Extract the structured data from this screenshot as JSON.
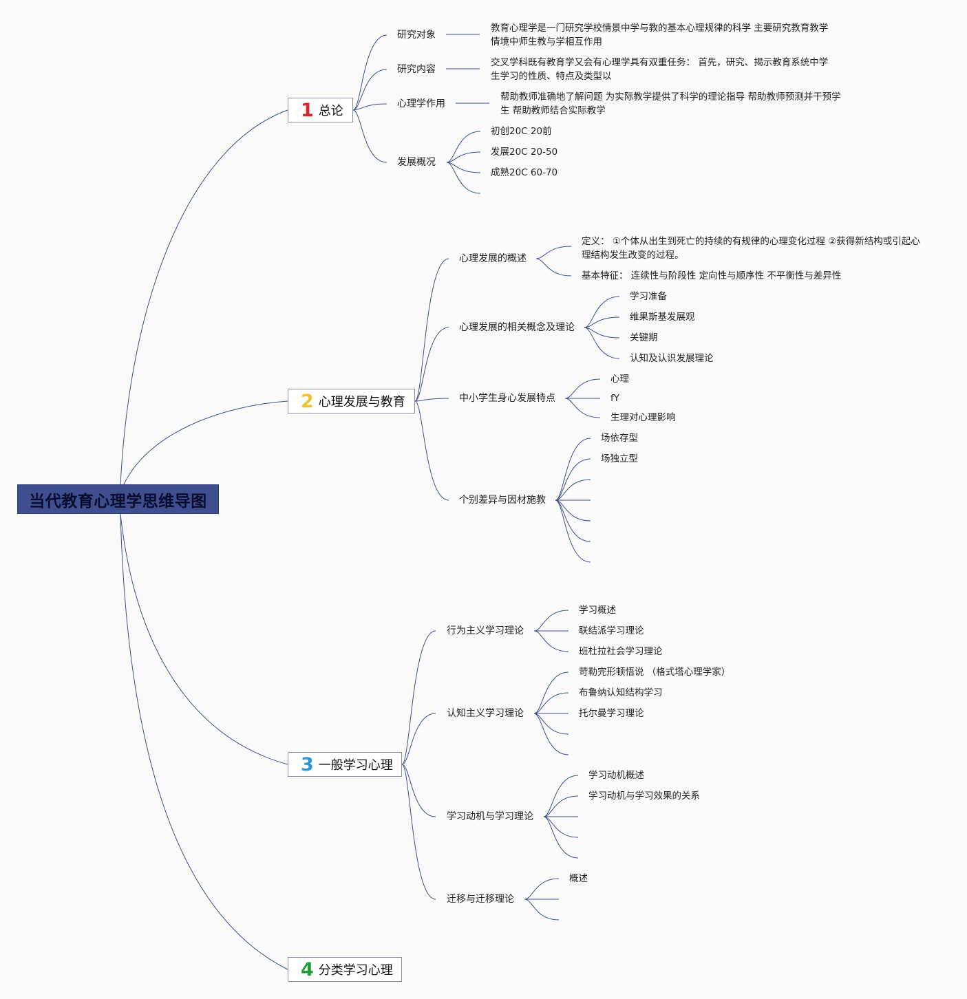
{
  "root": {
    "title": "当代教育心理学思维导图"
  },
  "branches": [
    {
      "num": "1",
      "num_color": "#d9262d",
      "title": "总论",
      "subs": [
        {
          "label": "研究对象",
          "text": "教育心理学是一门研究学校情景中学与教的基本心理规律的科学 主要研究教育教学情境中师生教与学相互作用"
        },
        {
          "label": "研究内容",
          "text": "交叉学科既有教育学又会有心理学具有双重任务： 首先，研究、揭示教育系统中学生学习的性质、特点及类型以"
        },
        {
          "label": "心理学作用",
          "text": "帮助教师准确地了解问题 为实际教学提供了科学的理论指导 帮助教师预测并干预学生 帮助教师结合实际教学"
        },
        {
          "label": "发展概况",
          "items": [
            "初创20C 20前",
            "发展20C 20-50",
            "成熟20C 60-70"
          ]
        }
      ]
    },
    {
      "num": "2",
      "num_color": "#f2c12e",
      "title": "心理发展与教育",
      "subs": [
        {
          "label": "心理发展的概述",
          "items": [
            "定义：  ①个体从出生到死亡的持续的有规律的心理变化过程 ②获得新结构或引起心理结构发生改变的过程。",
            "基本特征：  连续性与阶段性 定向性与顺序性 不平衡性与差异性"
          ]
        },
        {
          "label": "心理发展的相关概念及理论",
          "items": [
            "学习准备",
            "维果斯基发展观",
            "关键期",
            "认知及认识发展理论"
          ]
        },
        {
          "label": "中小学生身心发展特点",
          "items": [
            "心理",
            "fY",
            "生理对心理影响"
          ]
        },
        {
          "label": "个别差异与因材施教",
          "items": [
            "场依存型",
            "场独立型"
          ]
        }
      ]
    },
    {
      "num": "3",
      "num_color": "#2b98d6",
      "title": "一般学习心理",
      "subs": [
        {
          "label": "行为主义学习理论",
          "items": [
            "学习概述",
            "联结派学习理论",
            "班杜拉社会学习理论"
          ]
        },
        {
          "label": "认知主义学习理论",
          "items": [
            "苛勒完形顿悟说  （格式塔心理学家）",
            "布鲁纳认知结构学习",
            "托尔曼学习理论"
          ]
        },
        {
          "label": "学习动机与学习理论",
          "items": [
            "学习动机概述",
            "学习动机与学习效果的关系"
          ]
        },
        {
          "label": "迁移与迁移理论",
          "items": [
            "概述"
          ]
        }
      ]
    },
    {
      "num": "4",
      "num_color": "#1f9e3a",
      "title": "分类学习心理"
    }
  ]
}
